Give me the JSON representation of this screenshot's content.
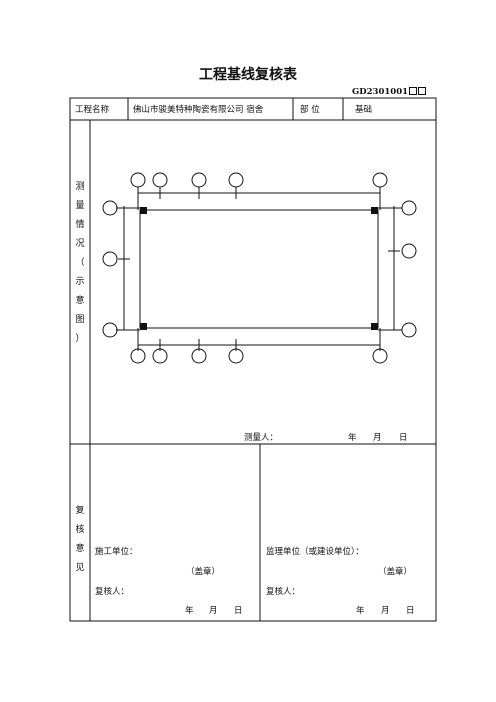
{
  "title": "工程基线复核表",
  "doc_code": "GD2301001",
  "header": {
    "project_label": "工程名称",
    "project_name": "佛山市骏美特种陶瓷有限公司 宿舍",
    "part_label": "部  位",
    "part_value": "基础"
  },
  "survey": {
    "side_label_chars": [
      "测",
      "量",
      "情",
      "况",
      "（",
      "示",
      "意",
      "图",
      "）"
    ],
    "surveyor_label": "测量人：",
    "year": "年",
    "month": "月",
    "day": "日"
  },
  "review": {
    "side_label_chars": [
      "复",
      "核",
      "意",
      "见"
    ],
    "construction_unit_label": "施工单位：",
    "supervision_unit_label": "监理单位（或建设单位）：",
    "seal": "（盖章）",
    "reviewer_label": "复核人：",
    "year": "年",
    "month": "月",
    "day": "日"
  }
}
